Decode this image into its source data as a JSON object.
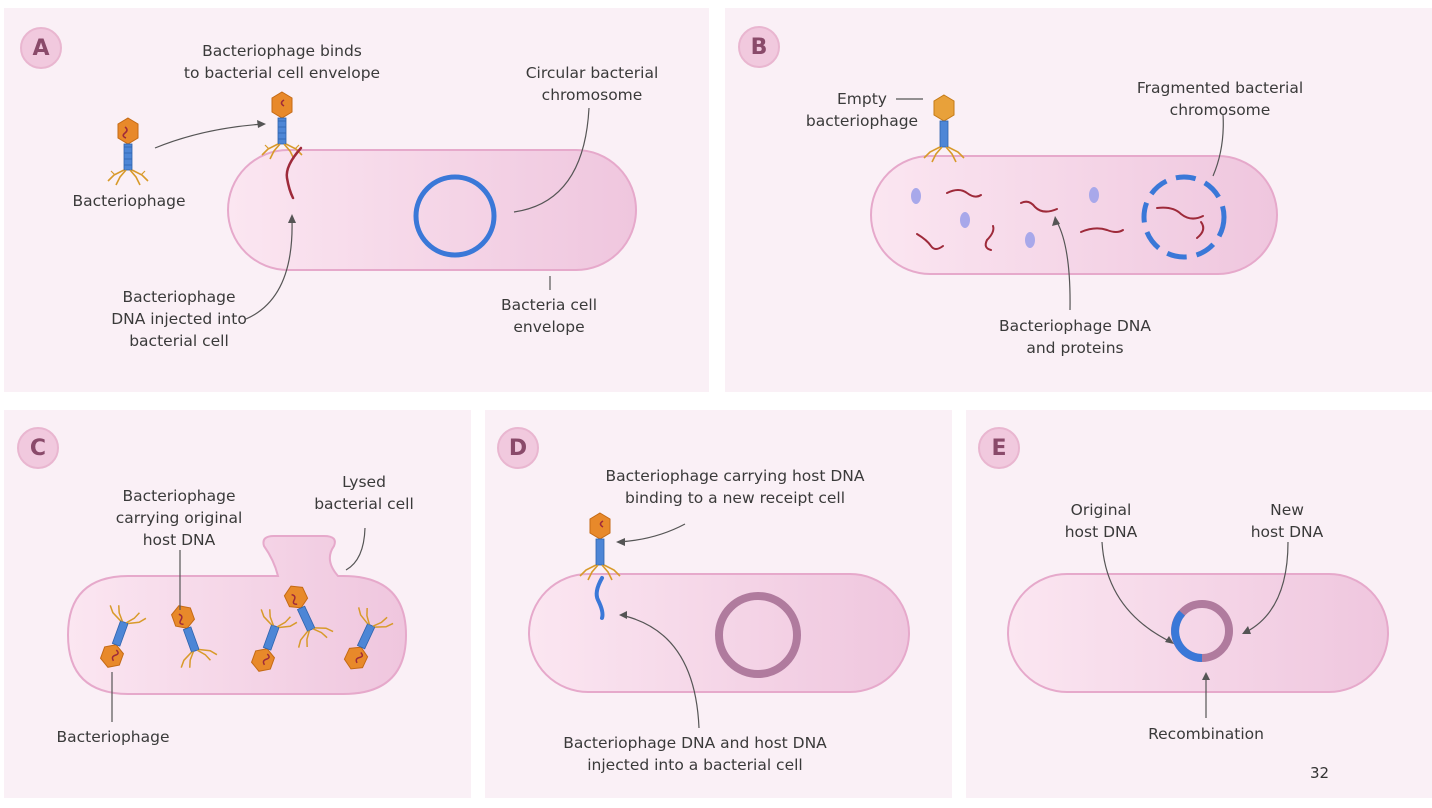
{
  "panels": {
    "a": {
      "letter": "A",
      "binds_label": [
        "Bacteriophage binds",
        "to bacterial cell envelope"
      ],
      "phage_label": "Bacteriophage",
      "chromosome_label": [
        "Circular bacterial",
        "chromosome"
      ],
      "dna_label": [
        "Bacteriophage",
        "DNA injected into",
        "bacterial cell"
      ],
      "envelope_label": [
        "Bacteria cell",
        "envelope"
      ]
    },
    "b": {
      "letter": "B",
      "empty_label": [
        "Empty",
        "bacteriophage"
      ],
      "fragmented_label": [
        "Fragmented bacterial",
        "chromosome"
      ],
      "dna_proteins_label": [
        "Bacteriophage DNA",
        "and proteins"
      ]
    },
    "c": {
      "letter": "C",
      "lysed_label": [
        "Lysed",
        "bacterial cell"
      ],
      "carrying_label": [
        "Bacteriophage",
        "carrying original",
        "host DNA"
      ],
      "phage_label": "Bacteriophage"
    },
    "d": {
      "letter": "D",
      "binding_label": [
        "Bacteriophage carrying host DNA",
        "binding to a new receipt cell"
      ],
      "injected_label": [
        "Bacteriophage DNA and host DNA",
        "injected into a bacterial cell"
      ]
    },
    "e": {
      "letter": "E",
      "original_label": [
        "Original",
        "host DNA"
      ],
      "new_label": [
        "New",
        "host DNA"
      ],
      "recombination_label": "Recombination"
    }
  },
  "page_number": "32",
  "colors": {
    "panel_bg": "#faf0f6",
    "cell_fill": "#f3d0e6",
    "cell_stroke": "#e6a9cb",
    "chromosome_blue": "#3a78d8",
    "host_dna_purple": "#b07b9e",
    "phage_head": "#e8892a",
    "phage_tail": "#4d86d6",
    "dna_red": "#9e2a3a"
  }
}
